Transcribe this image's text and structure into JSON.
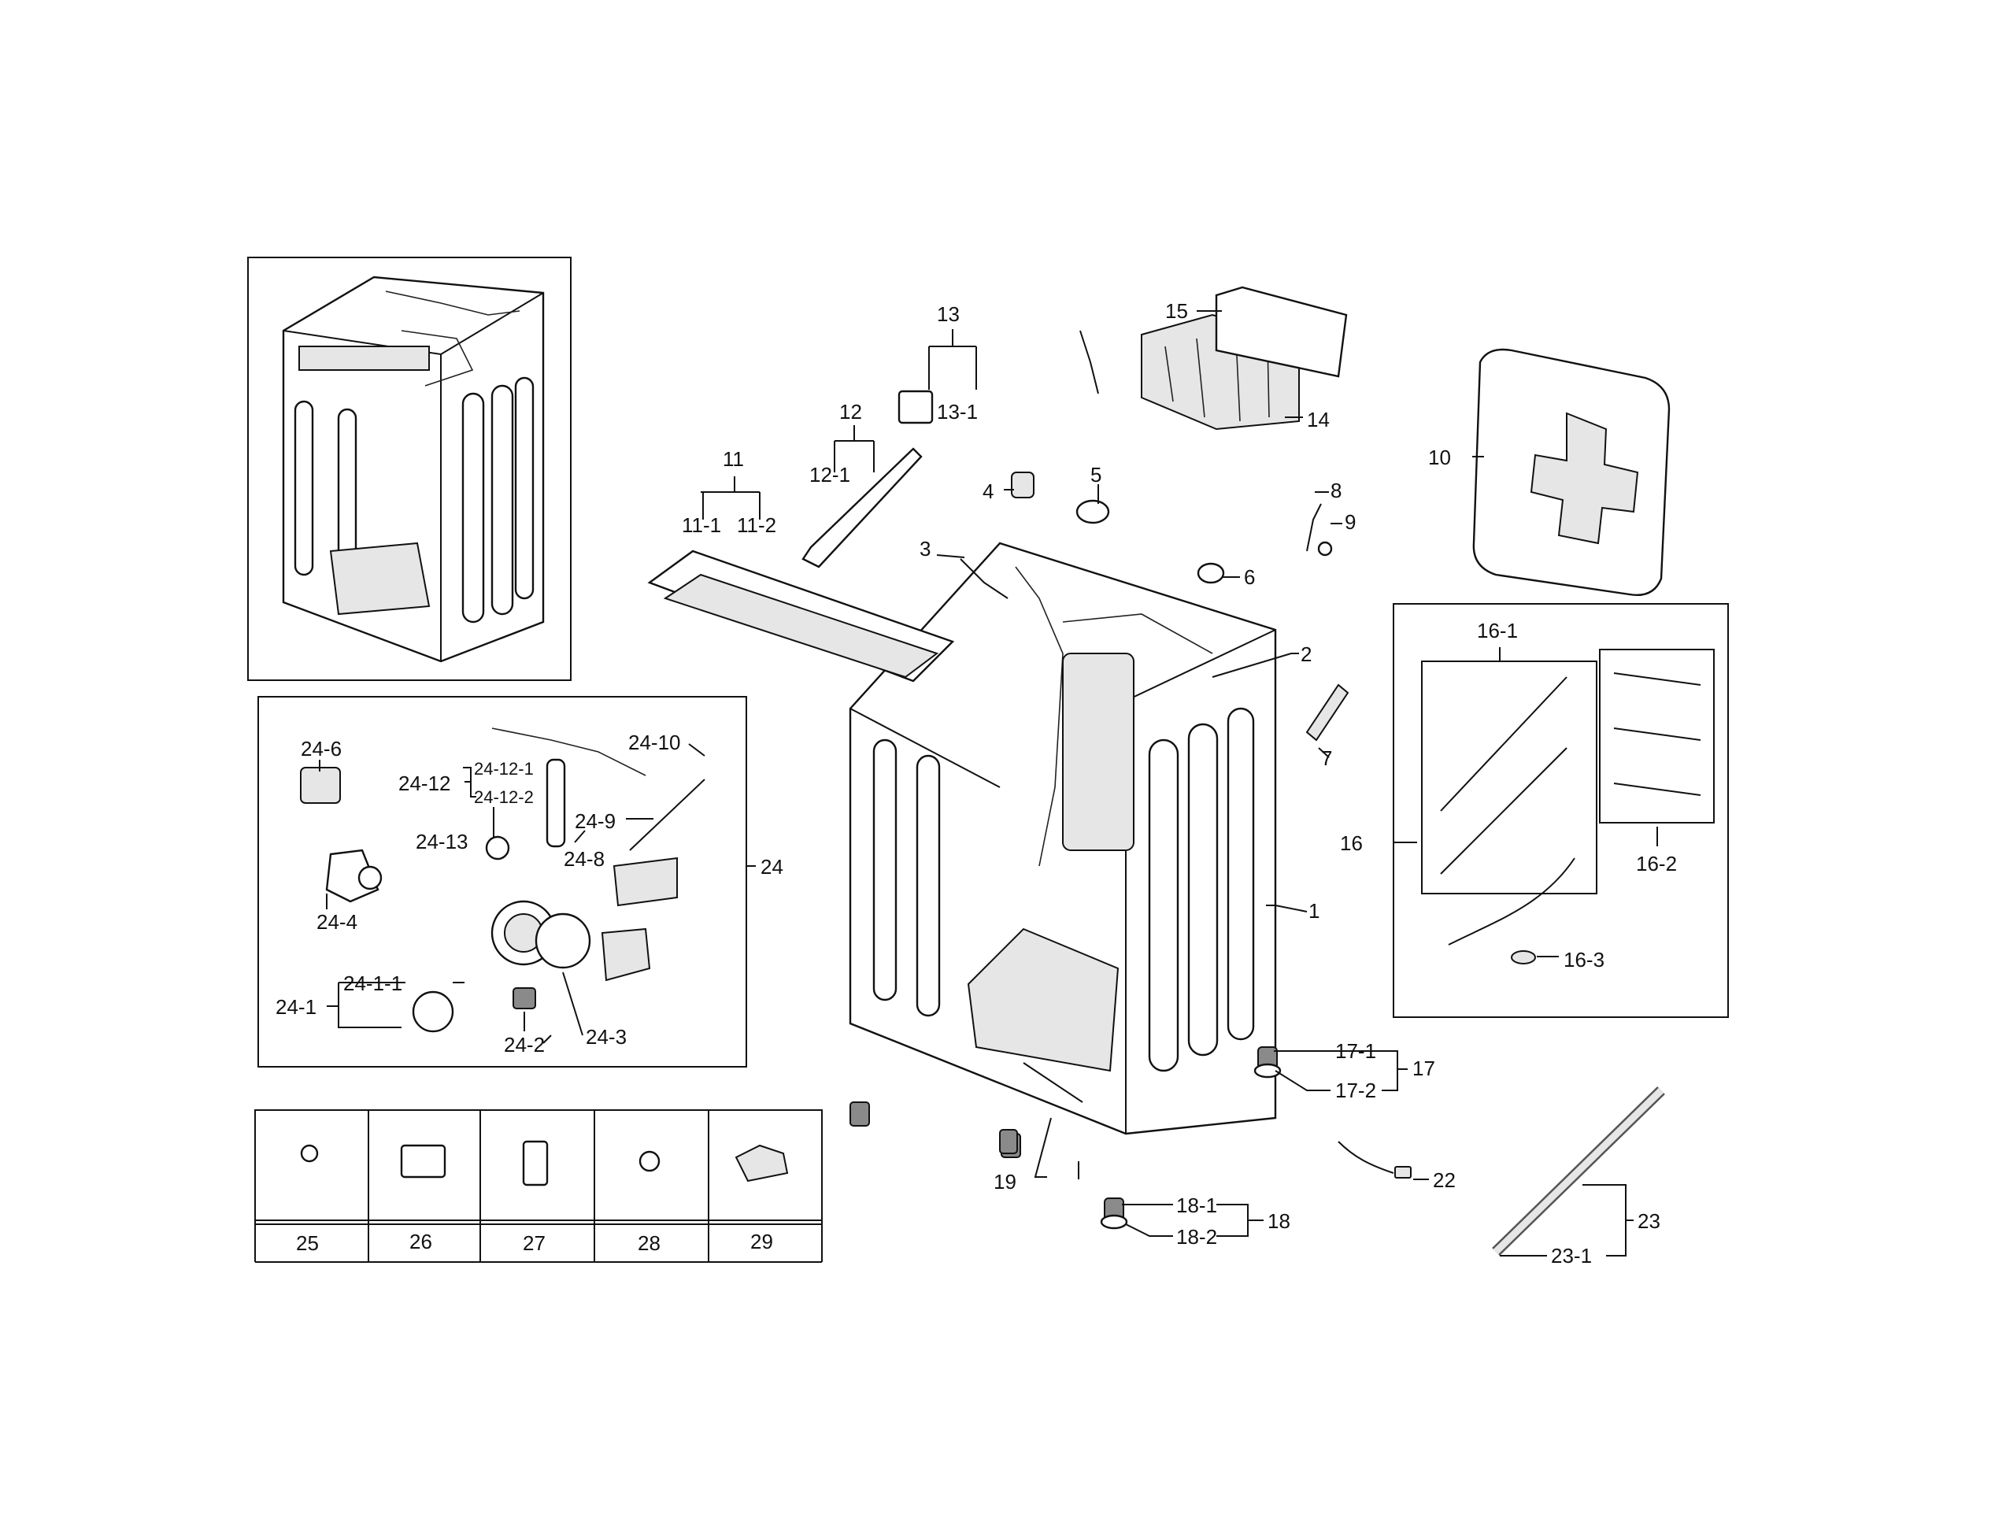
{
  "labels": {
    "l1": "1",
    "l2": "2",
    "l3": "3",
    "l4": "4",
    "l5": "5",
    "l6": "6",
    "l7": "7",
    "l8": "8",
    "l9": "9",
    "l10": "10",
    "l11": "11",
    "l11_1": "11-1",
    "l11_2": "11-2",
    "l12": "12",
    "l12_1": "12-1",
    "l13": "13",
    "l13_1": "13-1",
    "l14": "14",
    "l15": "15",
    "l16": "16",
    "l16_1": "16-1",
    "l16_2": "16-2",
    "l16_3": "16-3",
    "l17": "17",
    "l17_1": "17-1",
    "l17_2": "17-2",
    "l18": "18",
    "l18_1": "18-1",
    "l18_2": "18-2",
    "l19": "19",
    "l22": "22",
    "l23": "23",
    "l23_1": "23-1",
    "l24": "24",
    "l24_1": "24-1",
    "l24_1_1": "24-1-1",
    "l24_2": "24-2",
    "l24_3": "24-3",
    "l24_4": "24-4",
    "l24_6": "24-6",
    "l24_8": "24-8",
    "l24_9": "24-9",
    "l24_10": "24-10",
    "l24_12": "24-12",
    "l24_12_1": "24-12-1",
    "l24_12_2": "24-12-2",
    "l24_13": "24-13",
    "l25": "25",
    "l26": "26",
    "l27": "27",
    "l28": "28",
    "l29": "29"
  }
}
